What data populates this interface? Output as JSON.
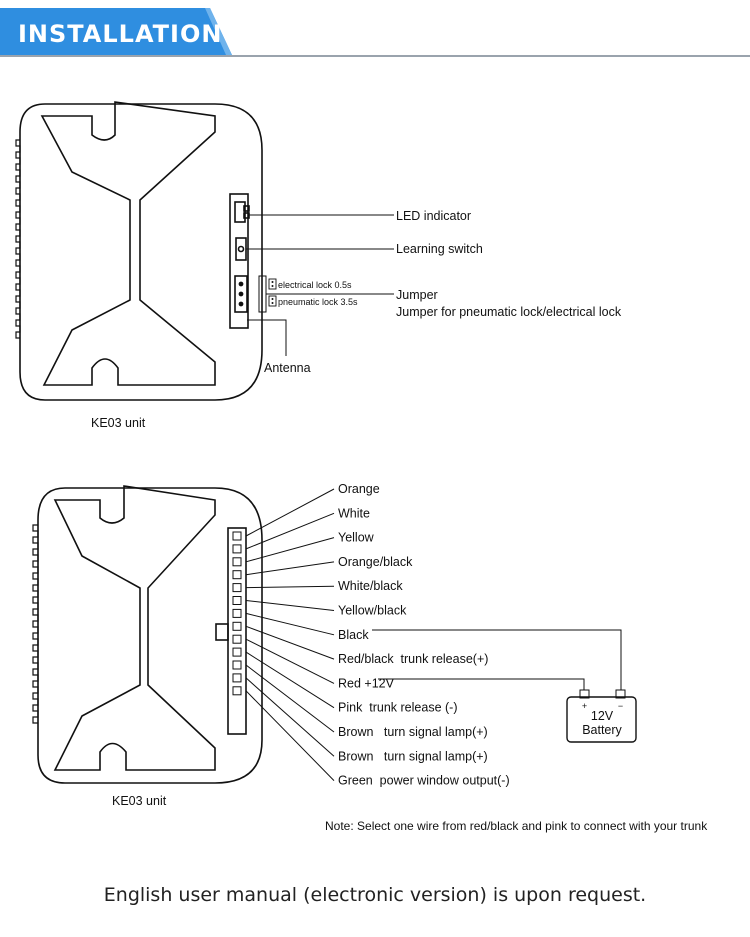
{
  "header": {
    "title": "INSTALLATION",
    "accent_color": "#2f8ee0",
    "rule_color": "#9aa3ad"
  },
  "top_diagram": {
    "unit_label": "KE03 unit",
    "callouts": {
      "led": "LED indicator",
      "learning": "Learning switch",
      "jumper": "Jumper",
      "jumper_desc": "Jumper for pneumatic lock/electrical lock",
      "antenna": "Antenna"
    },
    "jumper_options": {
      "electrical": "electrical lock 0.5s",
      "pneumatic": "pneumatic lock 3.5s"
    }
  },
  "bottom_diagram": {
    "unit_label": "KE03 unit",
    "wires": [
      "Orange",
      "White",
      "Yellow",
      "Orange/black",
      "White/black",
      "Yellow/black",
      "Black",
      "Red/black  trunk release(+)",
      "Red +12V",
      "Pink  trunk release (-)",
      "Brown   turn signal lamp(+)",
      "Brown   turn signal lamp(+)",
      "Green  power window output(-)"
    ],
    "battery": {
      "line1": "12V",
      "line2": "Battery",
      "plus": "+",
      "minus": "−"
    },
    "note": "Note: Select one wire from red/black and pink to connect with your trunk"
  },
  "footer": {
    "text": "English user manual (electronic version) is upon request."
  }
}
